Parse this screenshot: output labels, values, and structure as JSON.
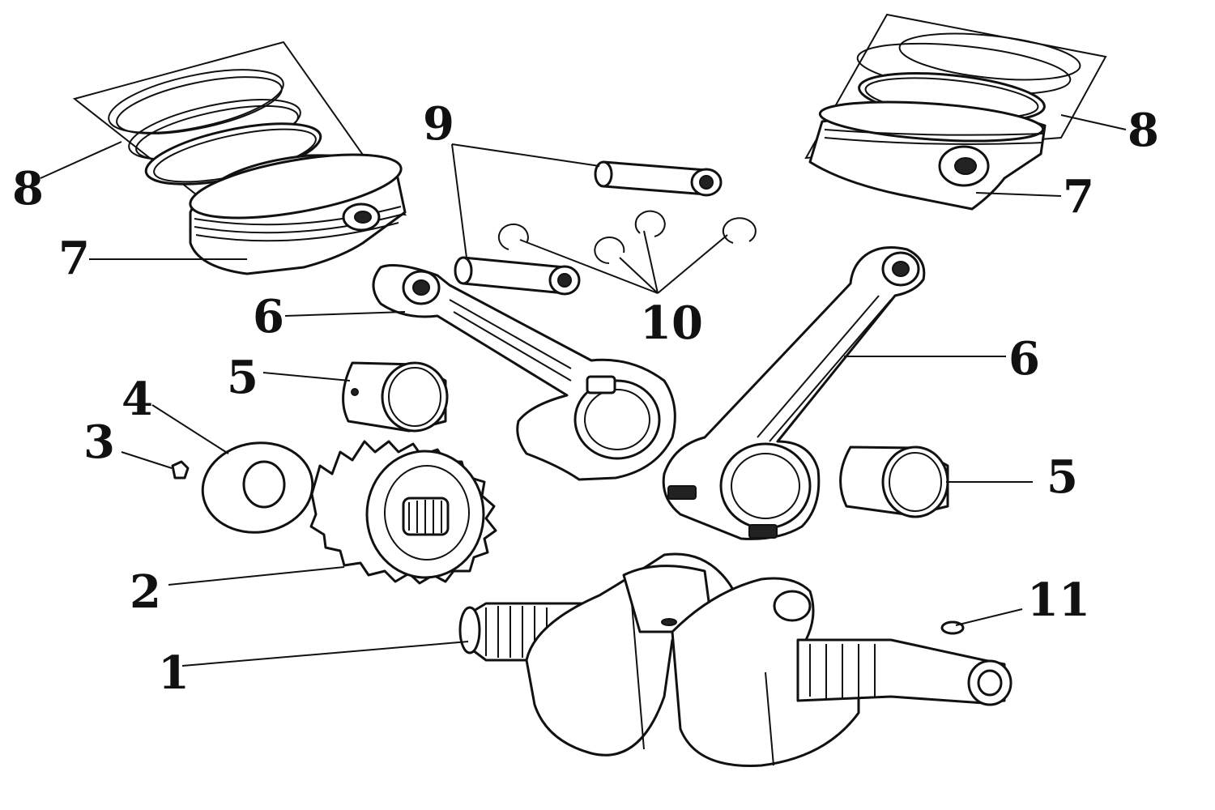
{
  "diagram": {
    "callouts": {
      "c1": "1",
      "c2": "2",
      "c3": "3",
      "c4": "4",
      "c5a": "5",
      "c5b": "5",
      "c6a": "6",
      "c6b": "6",
      "c7a": "7",
      "c7b": "7",
      "c8a": "8",
      "c8b": "8",
      "c9": "9",
      "c10": "10",
      "c11": "11"
    },
    "colors": {
      "line": "#111111",
      "background": "#ffffff"
    }
  }
}
